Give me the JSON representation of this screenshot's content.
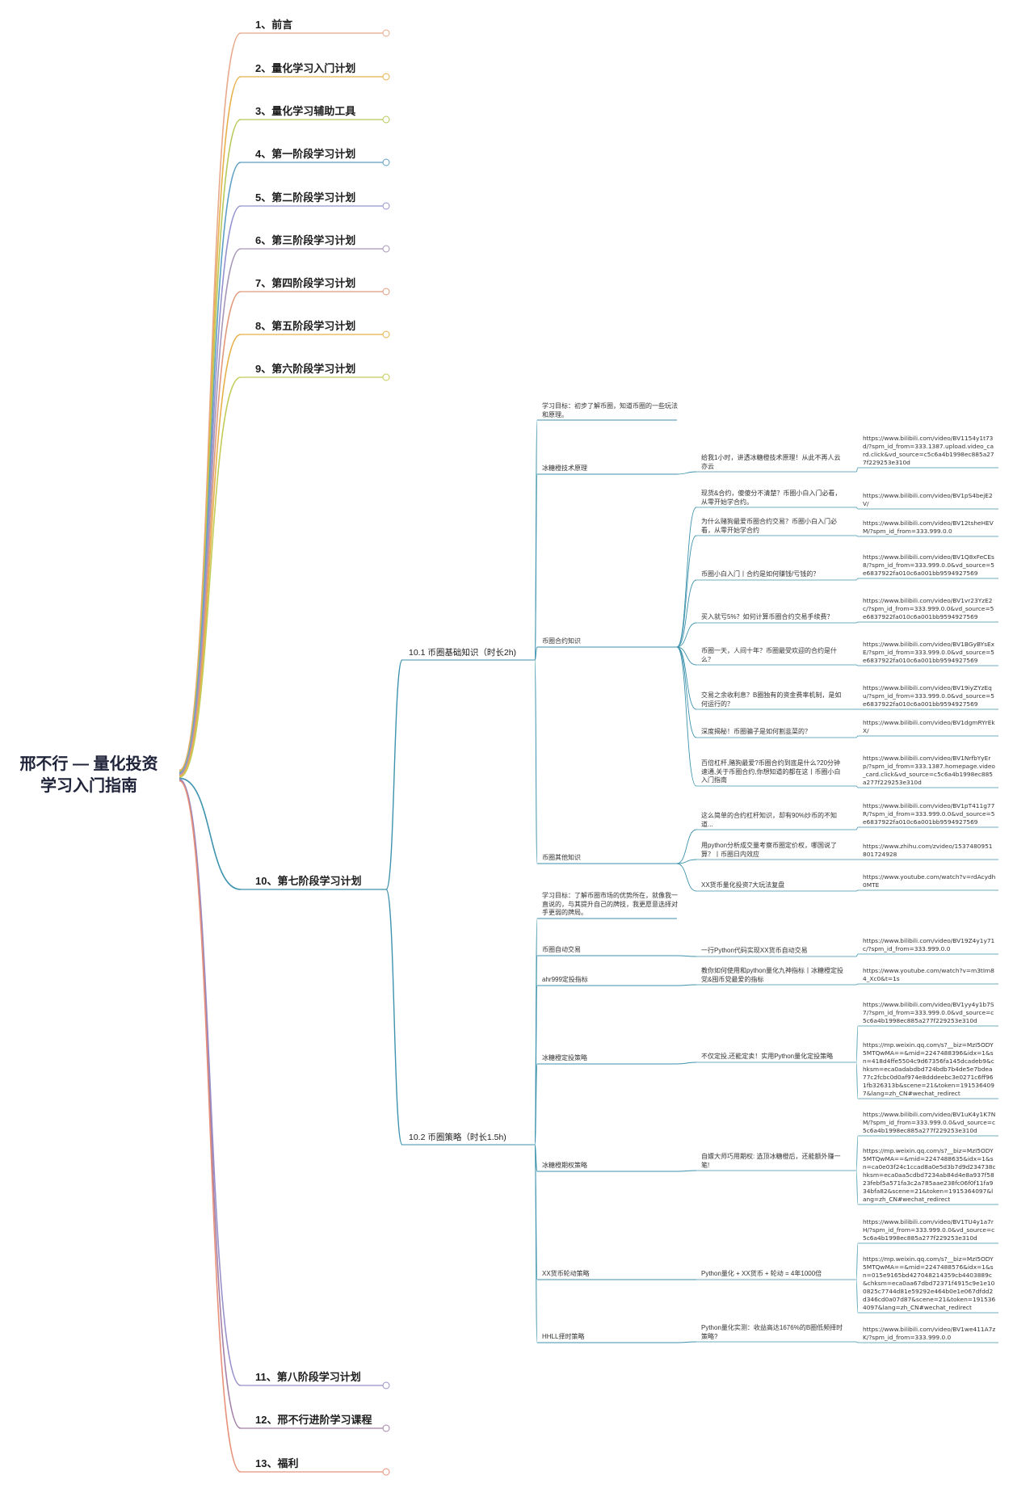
{
  "root": "邢不行 — 量化投资学习入门指南",
  "main_branches": [
    {
      "label": "1、前言",
      "color": "#e8a88a"
    },
    {
      "label": "2、量化学习入门计划",
      "color": "#e7b14a"
    },
    {
      "label": "3、量化学习辅助工具",
      "color": "#b6c85a"
    },
    {
      "label": "4、第一阶段学习计划",
      "color": "#5e9fc4"
    },
    {
      "label": "5、第二阶段学习计划",
      "color": "#9493cf"
    },
    {
      "label": "6、第三阶段学习计划",
      "color": "#a796b9"
    },
    {
      "label": "7、第四阶段学习计划",
      "color": "#e19a7c"
    },
    {
      "label": "8、第五阶段学习计划",
      "color": "#e7b14a"
    },
    {
      "label": "9、第六阶段学习计划",
      "color": "#c2cc57"
    },
    {
      "label": "10、第七阶段学习计划",
      "color": "#3d92ad"
    },
    {
      "label": "11、第八阶段学习计划",
      "color": "#9891cc"
    },
    {
      "label": "12、邢不行进阶学习课程",
      "color": "#a581a8"
    },
    {
      "label": "13、福利",
      "color": "#e7907a"
    }
  ],
  "stage7": {
    "sections": [
      {
        "label": "10.1 币圈基础知识（时长2h)",
        "goal": "学习目标：初步了解币圈，知道币圈的一些玩法和原理。",
        "topics": [
          {
            "label": "冰糖橙技术原理",
            "items": [
              {
                "text": "给我1小时，讲透冰糖橙技术原理！从此不再人云亦云",
                "urls": [
                  "https://www.bilibili.com/video/BV1154y1t73d/?spm_id_from=333.1387.upload.video_card.click&vd_source=c5c6a4b1998ec885a277f229253e310d"
                ]
              }
            ]
          },
          {
            "label": "币圈合约知识",
            "items": [
              {
                "text": "现货&合约，傻傻分不清楚？币圈小白入门必看，从零开始学合约。",
                "urls": [
                  "https://www.bilibili.com/video/BV1pS4bejE2V/"
                ]
              },
              {
                "text": "为什么赌狗最爱币圈合约交易？币圈小白入门必看，从零开始学合约",
                "urls": [
                  "https://www.bilibili.com/video/BV12tsheHEVM/?spm_id_from=333.999.0.0"
                ]
              },
              {
                "text": "币圈小白入门丨合约是如何赚钱/亏钱的？",
                "urls": [
                  "https://www.bilibili.com/video/BV1Q8xFeCEs8/?spm_id_from=333.999.0.0&vd_source=5e6837922fa010c6a001bb9594927569"
                ]
              },
              {
                "text": "买入就亏5%？如何计算币圈合约交易手续费？",
                "urls": [
                  "https://www.bilibili.com/video/BV1vr23YzE2c/?spm_id_from=333.999.0.0&vd_source=5e6837922fa010c6a001bb9594927569"
                ]
              },
              {
                "text": "币圈一天，人间十年？币圈最受欢迎的合约是什么？",
                "urls": [
                  "https://www.bilibili.com/video/BV1BGyBYsExE/?spm_id_from=333.999.0.0&vd_source=5e6837922fa010c6a001bb9594927569"
                ]
              },
              {
                "text": "交易之余收利息？B圈独有的资金费率机制，是如何运行的？",
                "urls": [
                  "https://www.bilibili.com/video/BV19iyZYzEqu/?spm_id_from=333.999.0.0&vd_source=5e6837922fa010c6a001bb9594927569"
                ]
              },
              {
                "text": "深度揭秘！币圈骗子是如何割韭菜的？",
                "urls": [
                  "https://www.bilibili.com/video/BV1dgmRYrEkX/"
                ]
              },
              {
                "text": "百倍杠杆,赌狗最爱?币圈合约到底是什么?20分钟速通,关于币圈合约,你想知道的都在这丨币圈小白入门指南",
                "urls": [
                  "https://www.bilibili.com/video/BV1NrfbYyErp/?spm_id_from=333.1387.homepage.video_card.click&vd_source=c5c6a4b1998ec885a277f229253e310d"
                ]
              }
            ]
          },
          {
            "label": "币圈其他知识",
            "items": [
              {
                "text": "这么简单的合约杠杆知识，却有90%炒币的不知道...",
                "urls": [
                  "https://www.bilibili.com/video/BV1pT411g77R/?spm_id_from=333.999.0.0&vd_source=5e6837922fa010c6a001bb9594927569"
                ]
              },
              {
                "text": "用python分析成交量考察币圈定价权，哪国说了算？丨币圈日内效应",
                "urls": [
                  "https://www.zhihu.com/zvideo/1537480951801724928"
                ]
              },
              {
                "text": "XX货币量化投资7大玩法复盘",
                "urls": [
                  "https://www.youtube.com/watch?v=rdAcydh0MTE"
                ]
              }
            ]
          }
        ]
      },
      {
        "label": "10.2 币圈策略（时长1.5h)",
        "goal": "学习目标：了解币圈市场的优势所在，就像我一直说的，与其提升自己的牌技，我更愿意选择对手更弱的牌局。",
        "topics": [
          {
            "label": "币圈自动交易",
            "items": [
              {
                "text": "一行Python代码实现XX货币自动交易",
                "urls": [
                  "https://www.bilibili.com/video/BV19Z4y1y71c/?spm_id_from=333.999.0.0"
                ]
              }
            ]
          },
          {
            "label": "ahr999定投指标",
            "items": [
              {
                "text": "教你如何使用和python量化九神指标丨冰糖橙定投党&囤币党最爱的指标",
                "urls": [
                  "https://www.youtube.com/watch?v=m3tIm84_Xc0&t=1s"
                ]
              }
            ]
          },
          {
            "label": "冰糖橙定投策略",
            "items": [
              {
                "text": "不仅定投,还能定卖！实用Python量化定投策略",
                "urls": [
                  "https://www.bilibili.com/video/BV1yy4y1b7S7/?spm_id_from=333.999.0.0&vd_source=c5c6a4b1998ec885a277f229253e310d",
                  "https://mp.weixin.qq.com/s?__biz=MzI5ODY5MTQwMA==&mid=2247488396&idx=1&sn=418d4ffe5504c9d67356fa145dcadeb9&chksm=eca0adabdbd724bdb7b4de5e7bdea77c2fcbc0d0af974e8dddeebc3e0271c6ff961fb326313b&scene=21&token=1915364097&lang=zh_CN#wechat_redirect"
                ]
              }
            ]
          },
          {
            "label": "冰糖橙期权策略",
            "items": [
              {
                "text": "自嫖大师巧用期权: 选顶冰糖橙后，还能额外赚一笔!",
                "urls": [
                  "https://www.bilibili.com/video/BV1uK4y1K7NM/?spm_id_from=333.999.0.0&vd_source=c5c6a4b1998ec885a277f229253e310d",
                  "https://mp.weixin.qq.com/s?__biz=MzI5ODY5MTQwMA==&mid=2247488635&idx=1&sn=ca0e03f24c1ccad8a0e5d3b7d9d234738chksm=eca0aa5cdbd7234ab84d4e8a937f5823febf5a571fa3c2a785aae238fc06f0f11fa934bfa82&scene=21&token=1915364097&lang=zh_CN#wechat_redirect"
                ]
              }
            ]
          },
          {
            "label": "XX货币轮动策略",
            "items": [
              {
                "text": "Python量化 + XX货币 + 轮动 = 4年1000倍",
                "urls": [
                  "https://www.bilibili.com/video/BV1TU4y1a7rH/?spm_id_from=333.999.0.0&vd_source=c5c6a4b1998ec885a277f229253e310d",
                  "https://mp.weixin.qq.com/s?__biz=MzI5ODY5MTQwMA==&mid=2247488576&idx=1&sn=015e9165bd427048214359cb4403889c&chksm=eca0aa67dbd72371f4915c9e1e100825c7744d81e59292e464b0e1e067dfdd2d346cd0a07d87&scene=21&token=1915364097&lang=zh_CN#wechat_redirect"
                ]
              }
            ]
          },
          {
            "label": "HHLL择时策略",
            "items": [
              {
                "text": "Python量化实测：收益高达1676%的B圈低频择时策略?",
                "urls": [
                  "https://www.bilibili.com/video/BV1we411A7zK/?spm_id_from=333.999.0.0"
                ]
              }
            ]
          }
        ]
      }
    ]
  }
}
